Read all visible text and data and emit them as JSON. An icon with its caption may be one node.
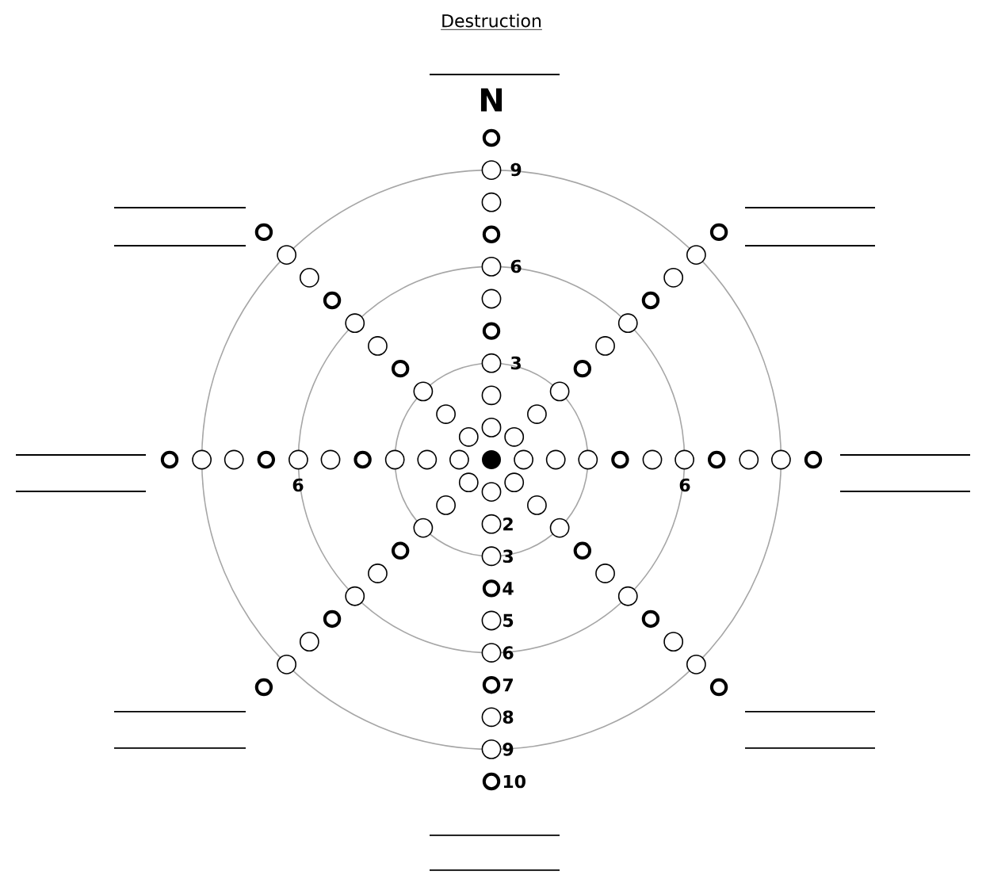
{
  "diagram": {
    "title": "Destruction",
    "labels": [
      "N",
      "9",
      "6",
      "3",
      "6",
      "6",
      "2",
      "3",
      "4",
      "5",
      "6",
      "7",
      "8",
      "9",
      "10"
    ]
  }
}
